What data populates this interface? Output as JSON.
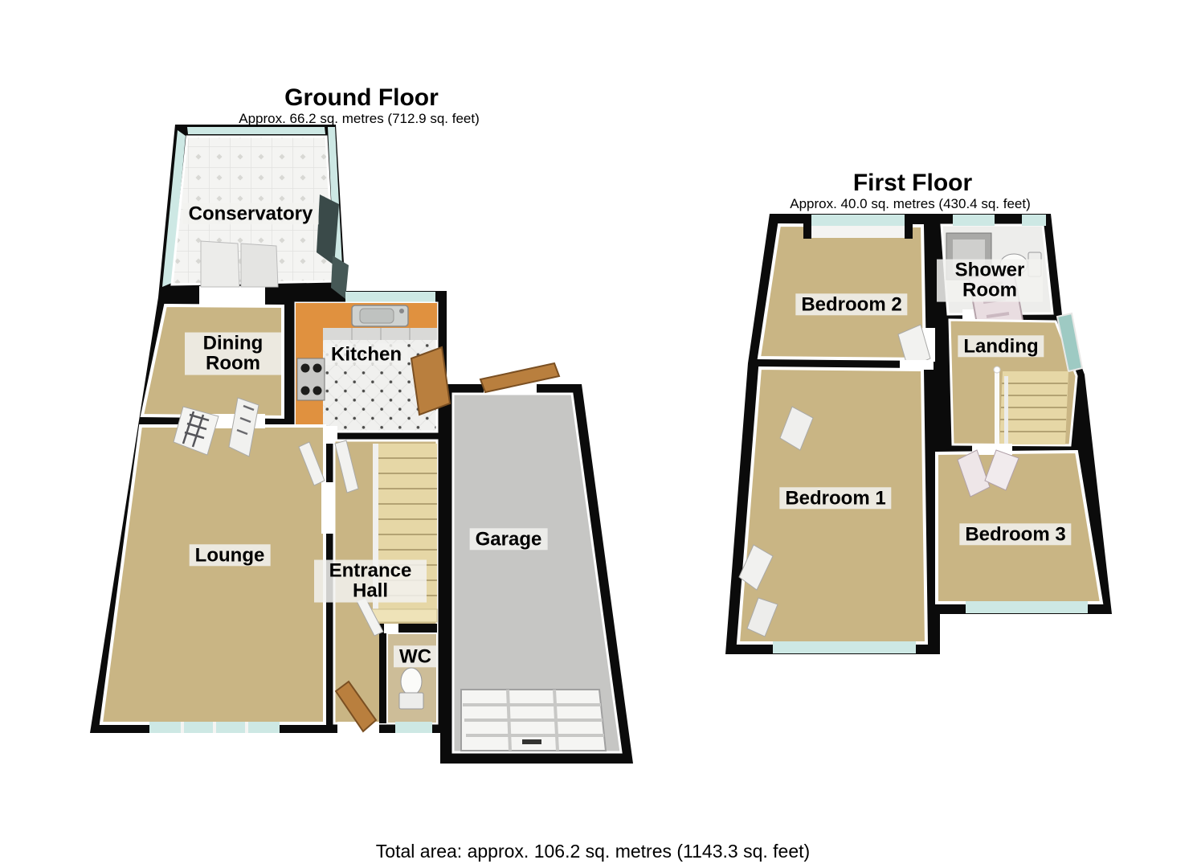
{
  "document": {
    "type": "3d-floorplan",
    "total_area": "Total area: approx. 106.2 sq. metres (1143.3 sq. feet)"
  },
  "ground_floor": {
    "title": "Ground Floor",
    "subtitle": "Approx. 66.2 sq. metres (712.9 sq. feet)",
    "rooms": {
      "conservatory": "Conservatory",
      "dining_room": "Dining Room",
      "kitchen": "Kitchen",
      "lounge": "Lounge",
      "entrance_hall": "Entrance Hall",
      "wc": "WC",
      "garage": "Garage"
    }
  },
  "first_floor": {
    "title": "First Floor",
    "subtitle": "Approx. 40.0 sq. metres (430.4 sq. feet)",
    "rooms": {
      "bedroom_2": "Bedroom 2",
      "shower_room": "Shower Room",
      "landing": "Landing",
      "bedroom_1": "Bedroom 1",
      "bedroom_3": "Bedroom 3"
    }
  },
  "palette": {
    "wall": "#0b0b0b",
    "carpet": "#c9b584",
    "carpet_wc": "#cdbd98",
    "tile_white": "#f3f3f1",
    "kitchen_counter": "#e0913f",
    "garage_floor": "#c6c6c4",
    "window_glass": "#cde8e4",
    "glass_dark": "#3a4a49",
    "stairs": "#e6d7a6",
    "wood_door": "#b97f3e",
    "white_door": "#f2f2f0",
    "shower_door": "#e9dde1",
    "label_background": "#f2f2f0",
    "text": "#000000"
  },
  "fixtures": [
    "kitchen-sink",
    "kitchen-hob",
    "wc-toilet",
    "shower-toilet",
    "shower-cubicle",
    "ground-staircase",
    "landing-staircase",
    "garage-door",
    "front-door",
    "bay-window"
  ]
}
